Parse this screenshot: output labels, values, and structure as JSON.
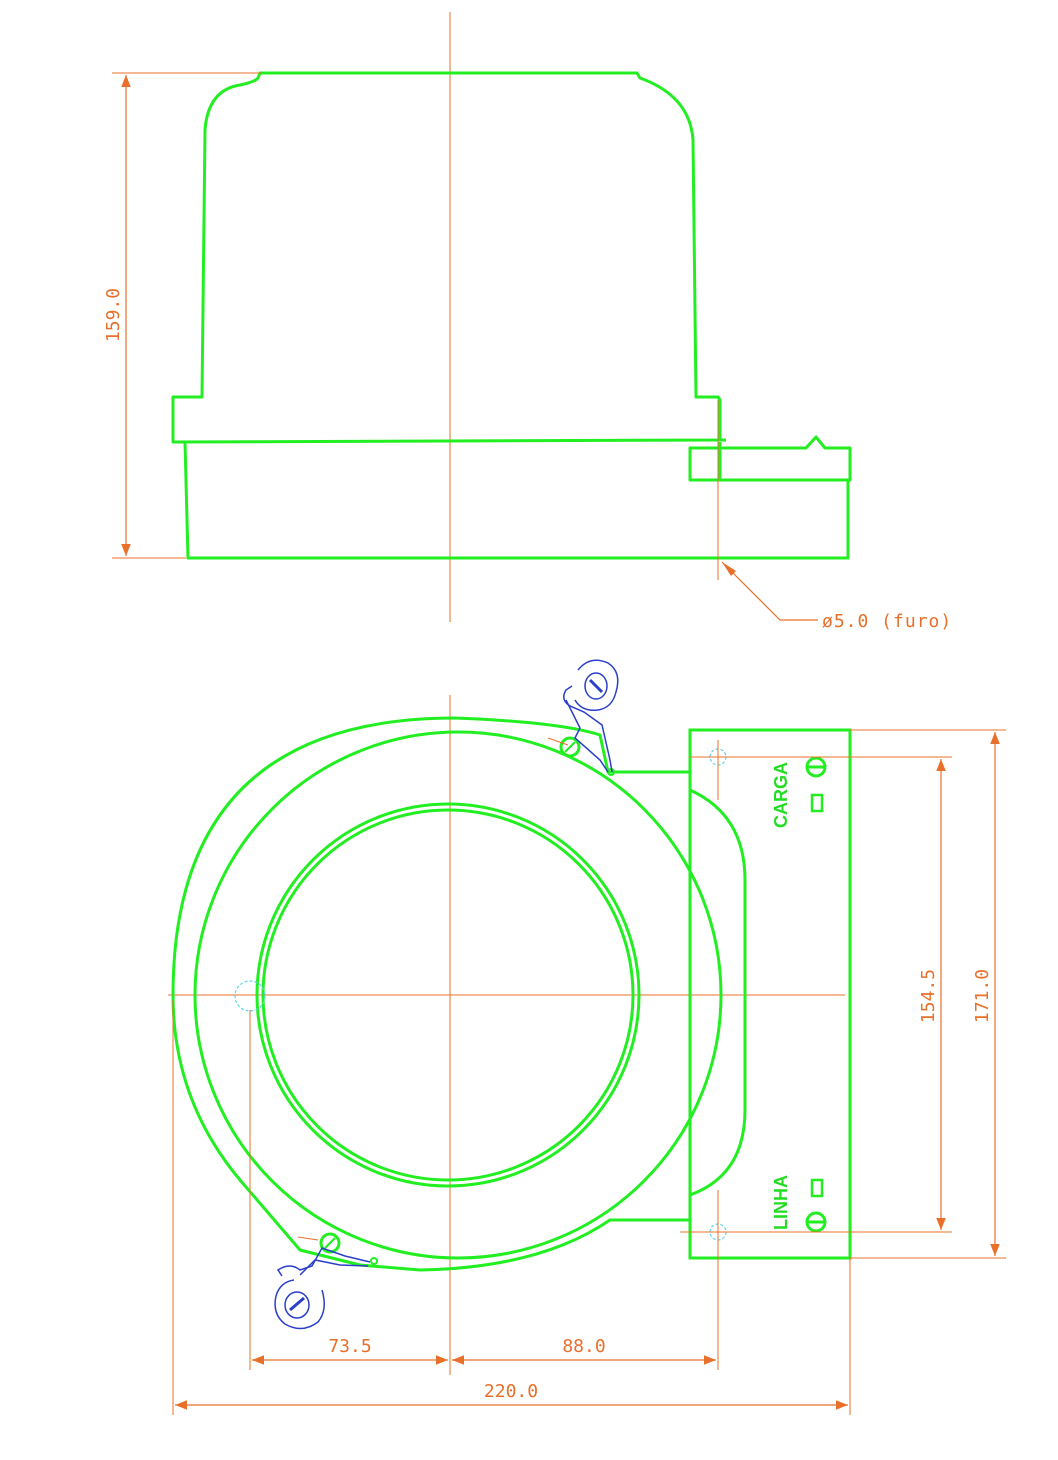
{
  "drawing": {
    "colors": {
      "outline": "#22ee22",
      "dimension": "#e8702a",
      "seal": "#2b3fc9",
      "hidden_hole": "#5fd3ee"
    },
    "side_view": {
      "height_dim": "159.0",
      "hole_note": "ø5.0 (furo)"
    },
    "top_view": {
      "label_load": "CARGA",
      "label_line": "LINHA",
      "dim_inner_height": "154.5",
      "dim_outer_height": "171.0",
      "dim_left_offset": "73.5",
      "dim_right_offset": "88.0",
      "dim_total_width": "220.0"
    }
  }
}
